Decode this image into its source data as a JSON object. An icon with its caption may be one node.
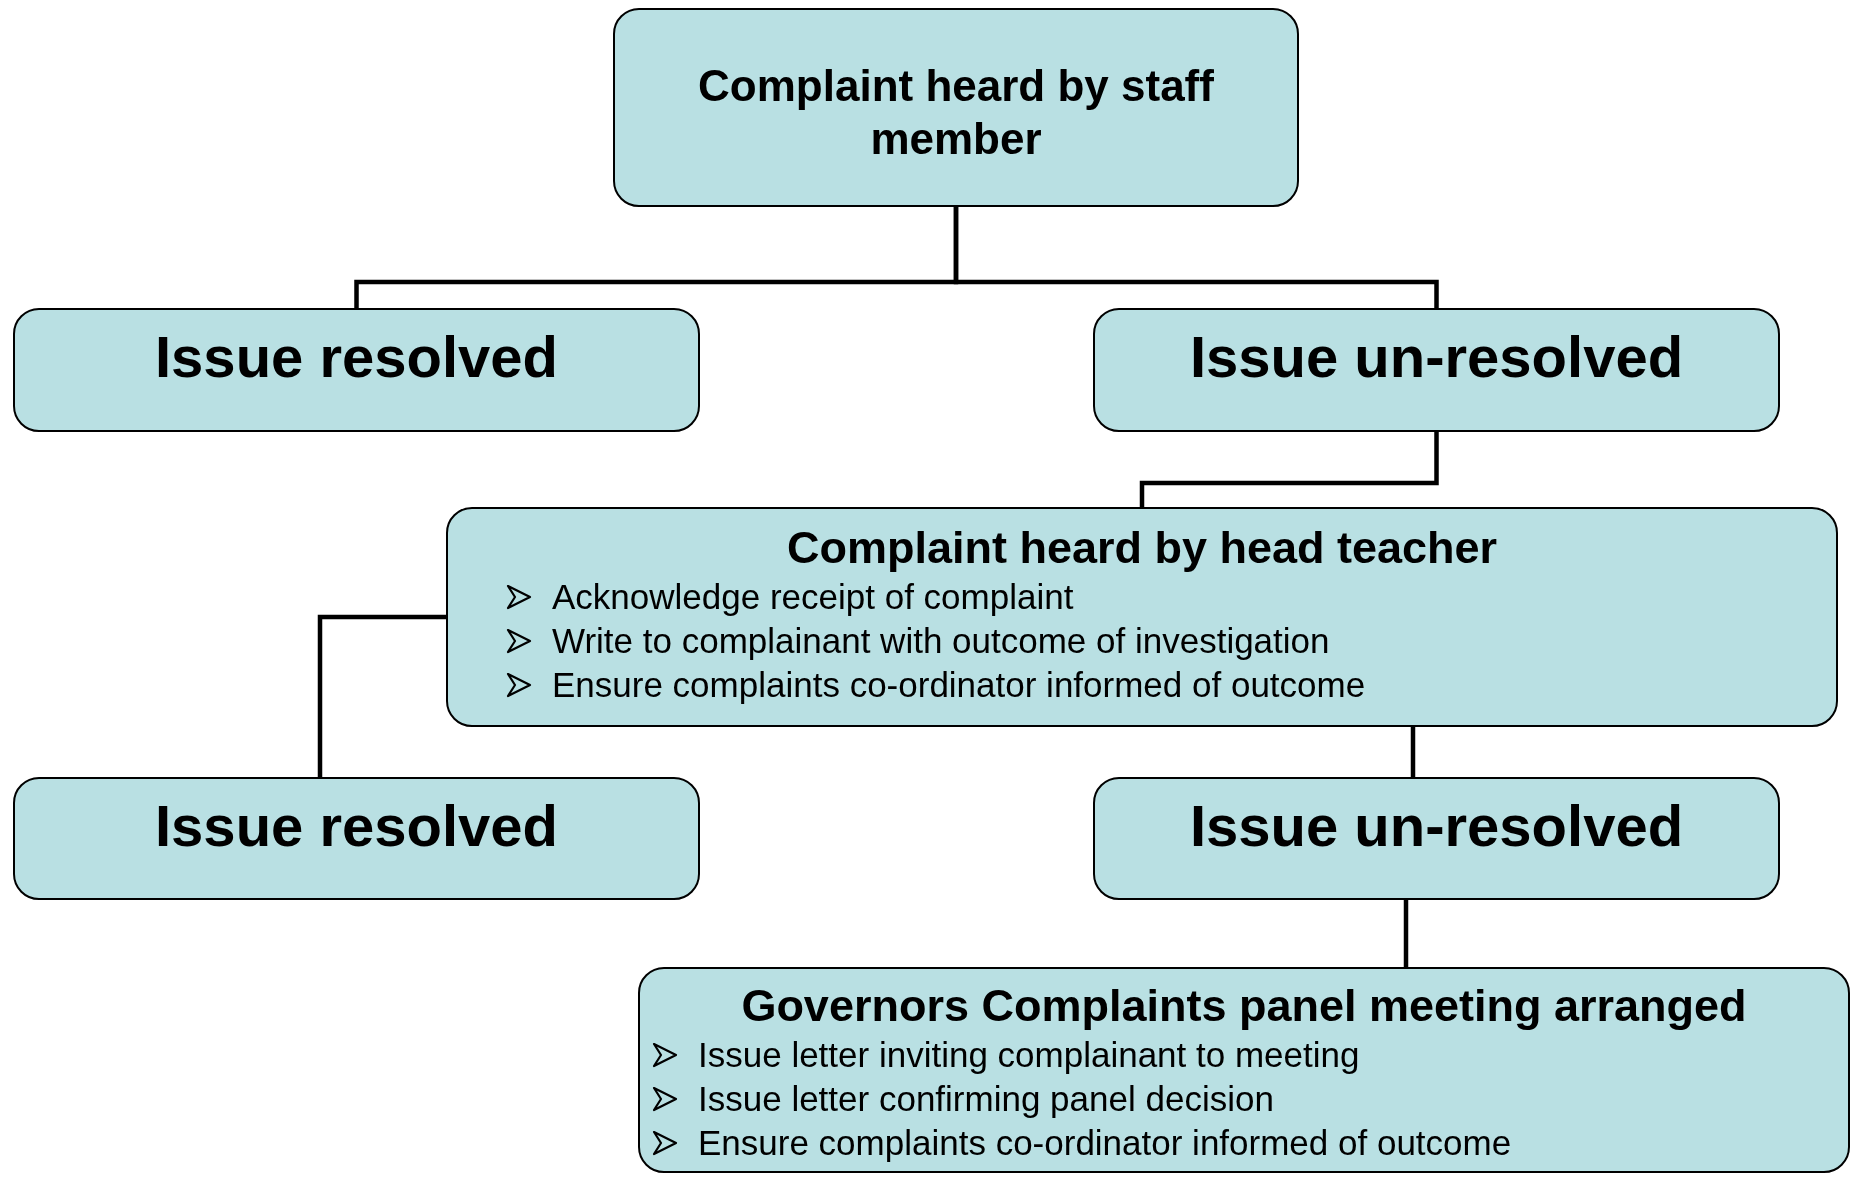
{
  "diagram": {
    "nodes": [
      {
        "text": [
          "Complaint heard by staff member"
        ]
      },
      {
        "text": [
          "Issue resolved"
        ]
      },
      {
        "text": [
          "Issue un-resolved"
        ]
      },
      {
        "text": [
          "Complaint heard by head teacher",
          "Acknowledge receipt of complaint",
          "Write to complainant with outcome of investigation",
          "Ensure complaints co-ordinator informed of outcome"
        ]
      },
      {
        "text": [
          "Issue resolved"
        ]
      },
      {
        "text": [
          "Issue un-resolved"
        ]
      },
      {
        "text": [
          "Governors Complaints panel meeting arranged",
          "Issue letter inviting complainant to meeting",
          "Issue letter confirming panel decision",
          "Ensure complaints co-ordinator informed of outcome"
        ]
      }
    ],
    "edges": [
      {
        "from": 0,
        "to": 1,
        "arrow": "none"
      },
      {
        "from": 0,
        "to": 2,
        "arrow": "none"
      },
      {
        "from": 2,
        "to": 3,
        "arrow": "none"
      },
      {
        "from": 3,
        "to": 4,
        "arrow": "none"
      },
      {
        "from": 3,
        "to": 5,
        "arrow": "none"
      },
      {
        "from": 5,
        "to": 6,
        "arrow": "none"
      }
    ]
  }
}
